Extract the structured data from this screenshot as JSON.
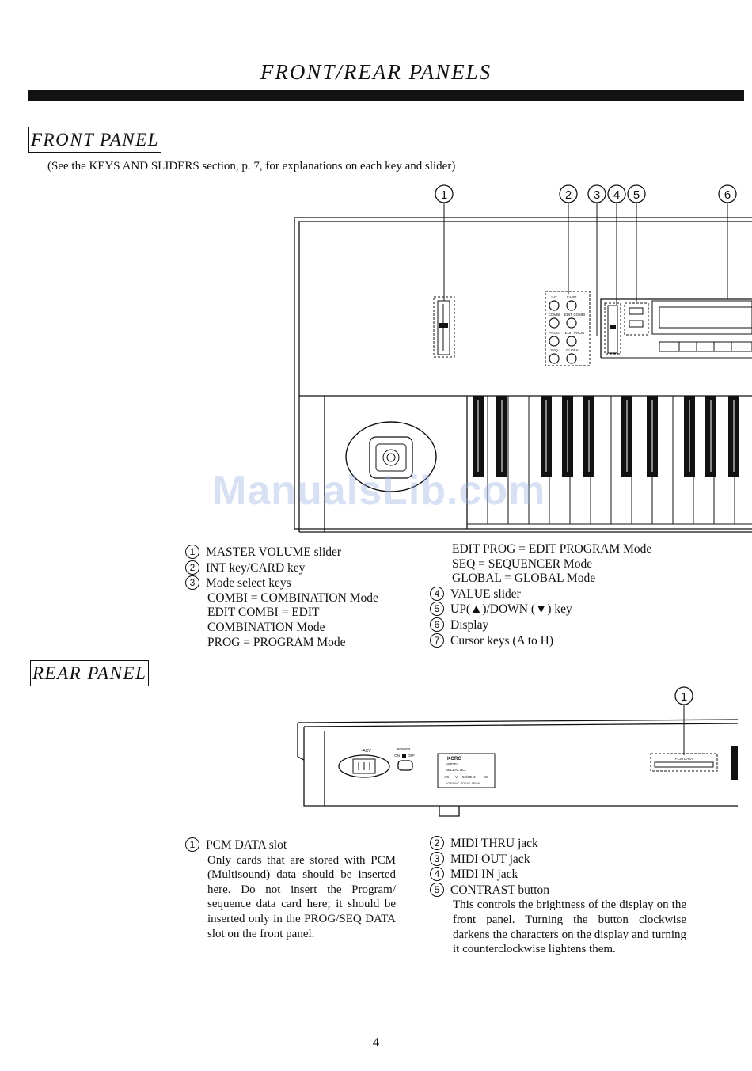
{
  "header": {
    "title": "FRONT/REAR PANELS"
  },
  "front_panel": {
    "heading": "FRONT PANEL",
    "note": "(See the KEYS AND SLIDERS section, p. 7, for explanations on each key and slider)",
    "callouts": [
      "1",
      "2",
      "3",
      "4",
      "5",
      "6"
    ],
    "panel_labels": {
      "int": "INT",
      "card": "CARD",
      "combi": "COMBI",
      "edit_combi": "EDIT COMBI",
      "prog": "PROG",
      "edit_prog": "EDIT PROG",
      "seq": "SEQ",
      "global": "GLOBAL"
    },
    "legend_left": [
      {
        "num": "1",
        "text": "MASTER VOLUME slider"
      },
      {
        "num": "2",
        "text": "INT key/CARD key"
      },
      {
        "num": "3",
        "text": "Mode select keys"
      },
      {
        "num": "",
        "text": "COMBI = COMBINATION Mode"
      },
      {
        "num": "",
        "text": "EDIT COMBI = EDIT"
      },
      {
        "num": "",
        "text": "COMBINATION Mode"
      },
      {
        "num": "",
        "text": "PROG = PROGRAM Mode"
      }
    ],
    "legend_right": [
      {
        "num": "",
        "text": "EDIT PROG = EDIT PROGRAM Mode"
      },
      {
        "num": "",
        "text": "SEQ = SEQUENCER Mode"
      },
      {
        "num": "",
        "text": "GLOBAL = GLOBAL Mode"
      },
      {
        "num": "4",
        "text": "VALUE slider"
      },
      {
        "num": "5",
        "text": "UP(▲)/DOWN (▼) key"
      },
      {
        "num": "6",
        "text": "Display"
      },
      {
        "num": "7",
        "text": "Cursor keys (A to H)"
      }
    ]
  },
  "rear_panel": {
    "heading": "REAR PANEL",
    "callouts": [
      "1"
    ],
    "panel_labels": {
      "acv": "~ACV",
      "power": "POWER",
      "on": "ON",
      "off": "OFF",
      "brand": "KORG",
      "model": "MODEL",
      "serial": "SELEAL NO.",
      "ac": "AC",
      "volt": "V",
      "hz": "50/60Hz",
      "watt": "W",
      "maker": "KORG INC. TOKYO JAPAN",
      "pcm": "PCM DATA"
    },
    "item1": {
      "num": "1",
      "title": "PCM DATA slot",
      "body": "Only cards that are stored with PCM (Multisound) data should be inserted here. Do not insert the Program/ sequence data card here; it should be inserted only in the PROG/SEQ DATA slot on the front panel."
    },
    "items_right": [
      {
        "num": "2",
        "text": "MIDI THRU jack"
      },
      {
        "num": "3",
        "text": "MIDI OUT jack"
      },
      {
        "num": "4",
        "text": "MIDI IN jack"
      },
      {
        "num": "5",
        "text": "CONTRAST button"
      }
    ],
    "item5_body": "This controls the brightness of the display on the front panel. Turning the button clockwise darkens the characters on the display and turning it counterclockwise lightens them."
  },
  "watermark": "ManualsLib.com",
  "page_number": "4"
}
